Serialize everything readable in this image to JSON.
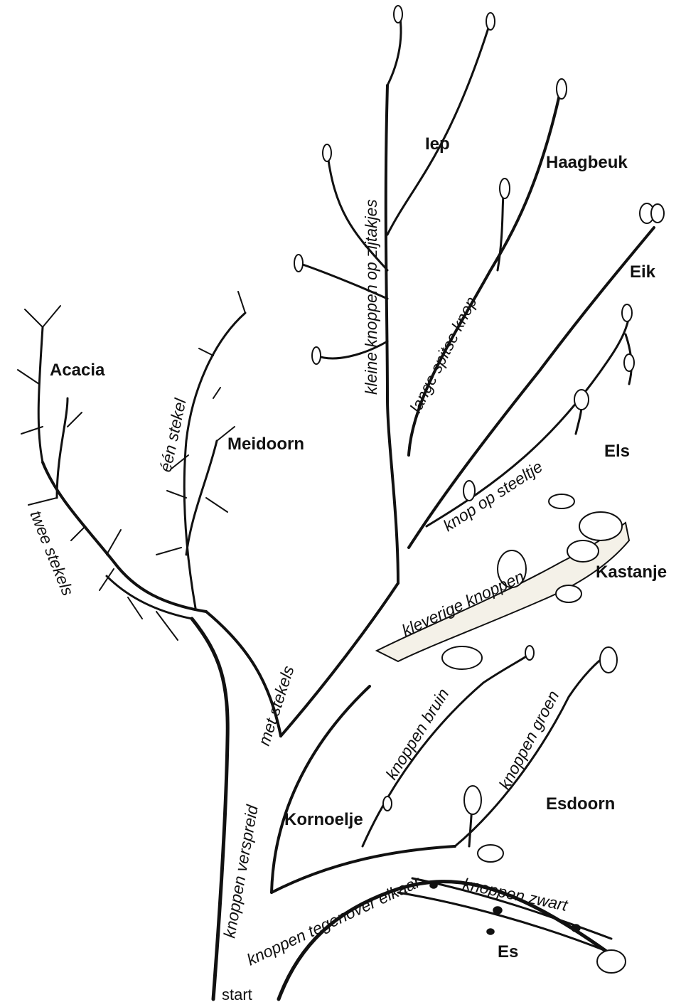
{
  "species": {
    "acacia": "Acacia",
    "meidoorn": "Meidoorn",
    "iep": "Iep",
    "haagbeuk": "Haagbeuk",
    "eik": "Eik",
    "els": "Els",
    "kastanje": "Kastanje",
    "kornoelje": "Kornoelje",
    "esdoorn": "Esdoorn",
    "es": "Es"
  },
  "traits": {
    "twee_stekels": "twee stekels",
    "een_stekel": "één stekel",
    "met_stekels": "met stekels",
    "knoppen_verspreid": "knoppen verspreid",
    "kleine_knoppen_op_zijtakjes": "kleine knoppen op zijtakjes",
    "lange_spitse_knop": "lange spitse knop",
    "knop_op_steeltje": "knop op steeltje",
    "kleverige_knoppen": "kleverige knoppen",
    "knoppen_bruin": "knoppen bruin",
    "knoppen_groen": "knoppen groen",
    "knoppen_tegenover_elkaar": "knoppen tegenover elkaar",
    "knoppen_zwart": "knoppen zwart"
  },
  "start": "start"
}
